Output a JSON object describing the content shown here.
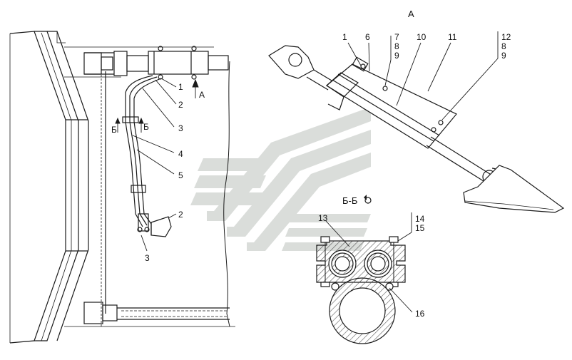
{
  "colors": {
    "line": "#1a1a1a",
    "hatch": "#555555",
    "watermark": "#d9dcd9",
    "background": "#ffffff"
  },
  "view_labels": {
    "view_a": "А",
    "section_bb": "Б-Б",
    "arrow_a": "А",
    "section_mark_left": "Б",
    "section_mark_right": "Б"
  },
  "callouts_left": {
    "c1": "1",
    "c2": "2",
    "c3": "3",
    "c4": "4",
    "c5": "5",
    "c2b": "2",
    "c3b": "3"
  },
  "callouts_view_a": {
    "c1": "1",
    "c6": "6",
    "c7": "7",
    "c8a": "8",
    "c9a": "9",
    "c10": "10",
    "c11": "11",
    "c12": "12",
    "c8b": "8",
    "c9b": "9"
  },
  "callouts_section": {
    "c13": "13",
    "c14": "14",
    "c15": "15",
    "c16": "16"
  },
  "icons": {
    "rotation_symbol": "rotated-view-icon",
    "watermark": "company-logo-watermark"
  }
}
